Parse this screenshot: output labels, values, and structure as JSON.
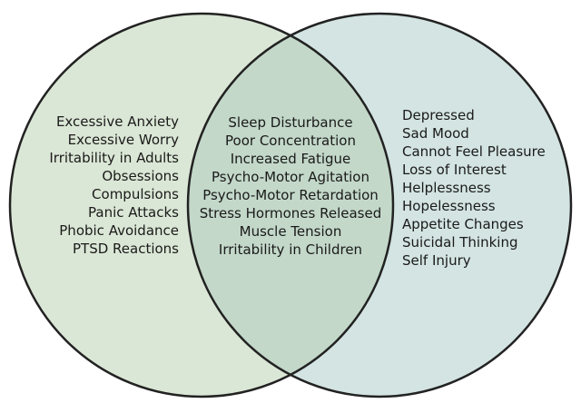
{
  "colors": {
    "left_fill": "#dbe7d6",
    "right_fill": "#d3e4e2",
    "overlap_fill": "#c3d8c9",
    "stroke": "#222222",
    "background": "#ffffff"
  },
  "left": {
    "items": [
      "Excessive Anxiety",
      "Excessive Worry",
      "Irritability in Adults",
      "Obsessions",
      "Compulsions",
      "Panic Attacks",
      "Phobic Avoidance",
      "PTSD Reactions"
    ]
  },
  "overlap": {
    "items": [
      "Sleep Disturbance",
      "Poor Concentration",
      "Increased Fatigue",
      "Psycho-Motor Agitation",
      "Psycho-Motor Retardation",
      "Stress Hormones Released",
      "Muscle Tension",
      "Irritability in Children"
    ]
  },
  "right": {
    "items": [
      "Depressed",
      "Sad Mood",
      "Cannot Feel Pleasure",
      "Loss of Interest",
      "Helplessness",
      "Hopelessness",
      "Appetite Changes",
      "Suicidal Thinking",
      "Self Injury"
    ]
  }
}
